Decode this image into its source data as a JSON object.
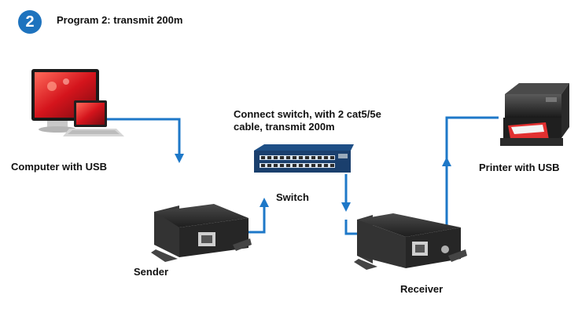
{
  "diagram": {
    "step_number": "2",
    "title": "Program 2: transmit 200m",
    "note_line1": "Connect switch, with 2 cat5/5e",
    "note_line2": "cable, transmit 200m",
    "nodes": {
      "computer": "Computer with USB",
      "sender": "Sender",
      "switch": "Switch",
      "receiver": "Receiver",
      "printer": "Printer with USB"
    },
    "colors": {
      "accent": "#1e73be",
      "link": "#1e78c8",
      "device_body": "#2a2a2a"
    }
  }
}
